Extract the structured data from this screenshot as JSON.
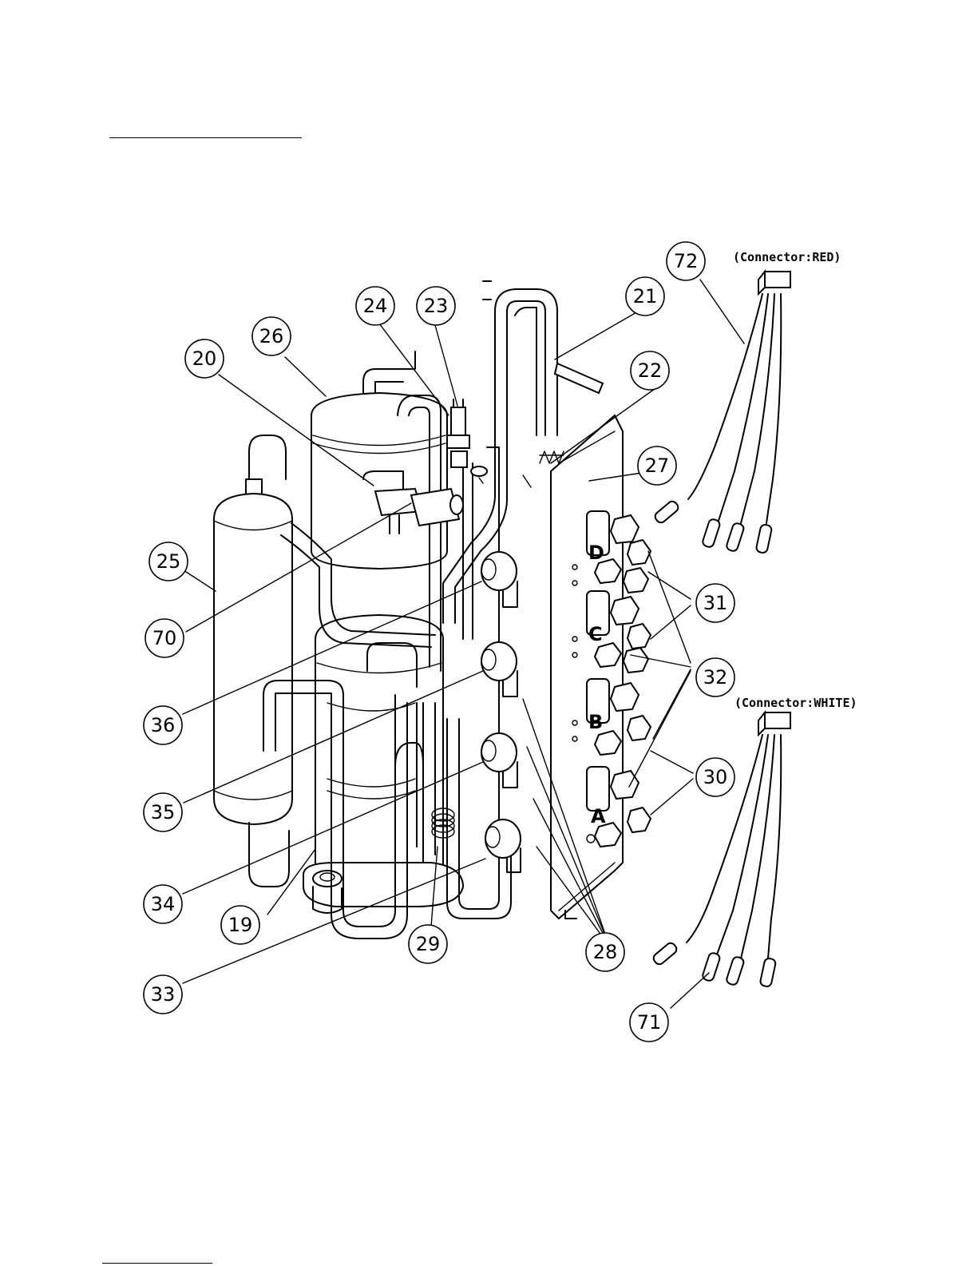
{
  "callouts": [
    {
      "id": "c20",
      "label": "20"
    },
    {
      "id": "c26",
      "label": "26"
    },
    {
      "id": "c24",
      "label": "24"
    },
    {
      "id": "c23",
      "label": "23"
    },
    {
      "id": "c21",
      "label": "21"
    },
    {
      "id": "c22",
      "label": "22"
    },
    {
      "id": "c27",
      "label": "27"
    },
    {
      "id": "c72",
      "label": "72"
    },
    {
      "id": "c25",
      "label": "25"
    },
    {
      "id": "c70",
      "label": "70"
    },
    {
      "id": "c31",
      "label": "31"
    },
    {
      "id": "c36",
      "label": "36"
    },
    {
      "id": "c32",
      "label": "32"
    },
    {
      "id": "c35",
      "label": "35"
    },
    {
      "id": "c30",
      "label": "30"
    },
    {
      "id": "c34",
      "label": "34"
    },
    {
      "id": "c19",
      "label": "19"
    },
    {
      "id": "c29",
      "label": "29"
    },
    {
      "id": "c28",
      "label": "28"
    },
    {
      "id": "c33",
      "label": "33"
    },
    {
      "id": "c71",
      "label": "71"
    }
  ],
  "connector_labels": {
    "red": "(Connector:RED)",
    "white": "(Connector:WHITE)"
  },
  "port_letters": {
    "d": "D",
    "c": "C",
    "b": "B",
    "a": "A"
  }
}
